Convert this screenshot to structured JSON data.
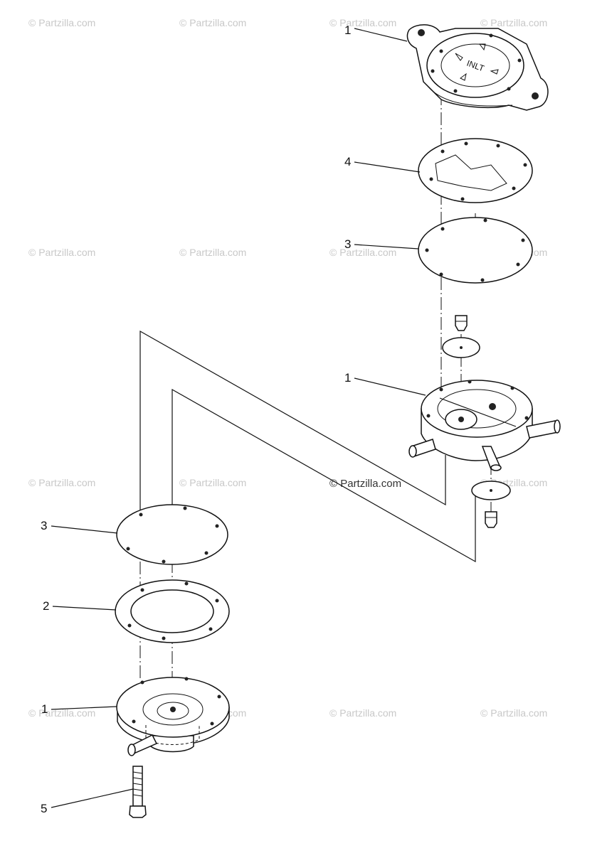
{
  "watermarks": {
    "text": "© Partzilla.com",
    "center_text": "© Partzilla.com"
  },
  "callouts": {
    "c1_top": "1",
    "c4": "4",
    "c3_top": "3",
    "c1_mid": "1",
    "c3_low": "3",
    "c2": "2",
    "c1_low": "1",
    "c5": "5"
  },
  "colors": {
    "line": "#111111",
    "watermark": "#c8c8c8",
    "background": "#ffffff"
  }
}
